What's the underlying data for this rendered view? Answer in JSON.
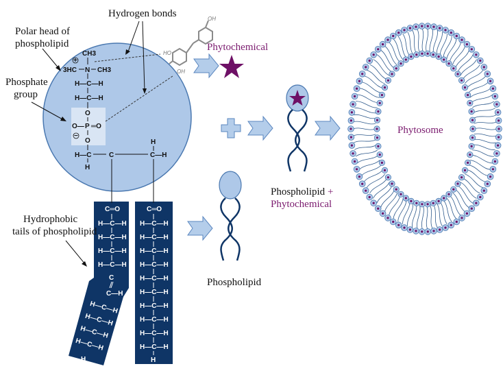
{
  "colors": {
    "head_fill": "#aec8e8",
    "head_stroke": "#4a78b0",
    "tail_block": "#0f3566",
    "phytochemical": "#6e1066",
    "arrow_fill": "#b4cdea",
    "arrow_stroke": "#5a86bf",
    "phosphate_box": "#d9e5f4"
  },
  "labels": {
    "hydrogen_bonds": "Hydrogen bonds",
    "polar_head_line1": "Polar head of",
    "polar_head_line2": "phospholipid",
    "phosphate_line1": "Phosphate",
    "phosphate_line2": "group",
    "hydrophobic_line1": "Hydrophobic",
    "hydrophobic_line2": "tails of phospholipid",
    "phytochemical": "Phytochemical",
    "phospholipid": "Phospholipid",
    "complex_line1": "Phospholipid",
    "complex_plus": "+",
    "complex_line2": "Phytochemical",
    "phytosome": "Phytosome"
  },
  "head_chemistry": {
    "ch3_top": "CH3",
    "n_plus": "+",
    "h3c": "3HC",
    "n": "N",
    "ch3_right": "CH3",
    "ch_row": "H—C—H",
    "o": "O",
    "p_row_left": "O—",
    "p": "P",
    "p_row_right": "═O",
    "minus": "−",
    "glycerol_left": "H—C",
    "glycerol_mid": "C",
    "glycerol_right": "C—H",
    "h": "H"
  },
  "tail_chemistry": {
    "carbonyl": "C═O",
    "ch2": "H—C—H",
    "c": "C",
    "h": "H",
    "kinked_ch": "C—H"
  },
  "molecule_groups": {
    "oh_top": "OH",
    "ho_left": "HO",
    "oh_bottom": "OH"
  }
}
